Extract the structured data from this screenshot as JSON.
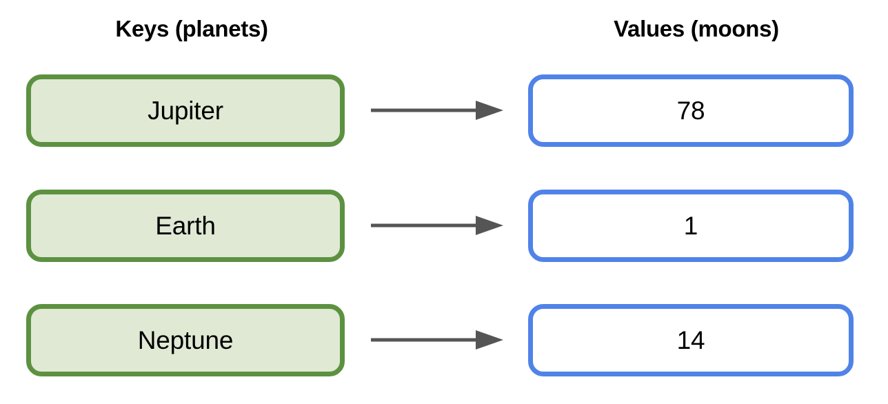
{
  "headers": {
    "keys": "Keys (planets)",
    "values": "Values (moons)"
  },
  "colors": {
    "background": "#ffffff",
    "key_border": "#5c9140",
    "key_fill": "#dfe9d4",
    "value_border": "#5083e8",
    "value_fill": "#ffffff",
    "arrow": "#555555",
    "text": "#000000"
  },
  "icons": {
    "arrow": "arrow-right-icon"
  },
  "chart_data": {
    "type": "table",
    "title": "",
    "categories": [
      "Jupiter",
      "Earth",
      "Neptune"
    ],
    "values": [
      78,
      1,
      14
    ],
    "xlabel": "Keys (planets)",
    "ylabel": "Values (moons)"
  },
  "pairs": [
    {
      "key": "Jupiter",
      "value": "78"
    },
    {
      "key": "Earth",
      "value": "1"
    },
    {
      "key": "Neptune",
      "value": "14"
    }
  ]
}
